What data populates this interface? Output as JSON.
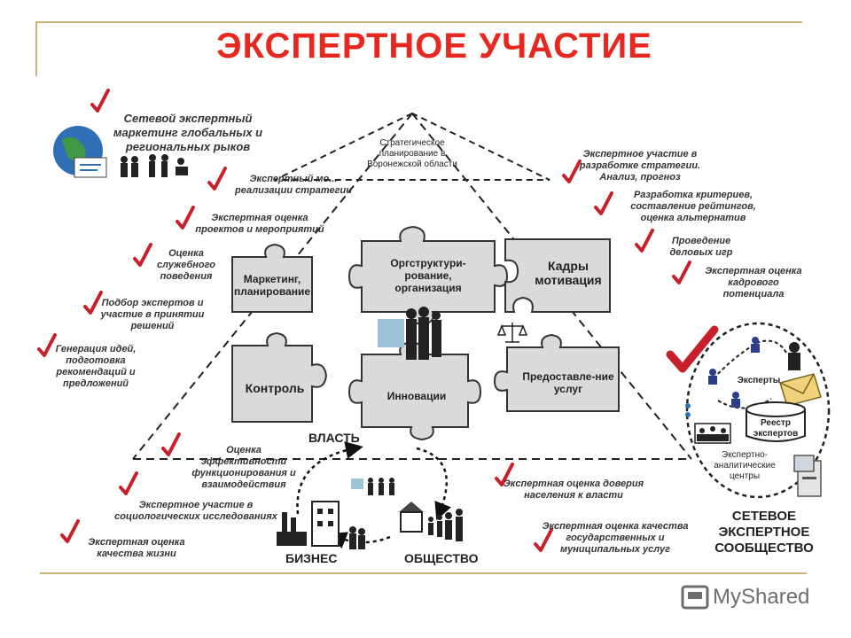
{
  "title": "ЭКСПЕРТНОЕ УЧАСТИЕ",
  "apex": "Стратегическое планирование в Воронежской области",
  "left_notes": {
    "n1": "Сетевой экспертный маркетинг глобальных и региональных рыков",
    "n2": "Экспертный мо... реализации стратегии",
    "n3": "Экспертная оценка проектов и мероприятий",
    "n4": "Оценка служебного поведения",
    "n5": "Подбор экспертов и участие в принятии решений",
    "n6": "Генерация идей, подготовка рекомендаций и предложений"
  },
  "right_notes": {
    "n1": "Экспертное участие в разработке стратегии. Анализ, прогноз",
    "n2": "Разработка критериев, составление рейтингов, оценка альтернатив",
    "n3": "Проведение деловых игр",
    "n4": "Экспертная оценка кадрового потенциала"
  },
  "puzzles": {
    "marketing": "Маркетинг, планирование",
    "orgstructure": "Оргструктури-рование, организация",
    "cadres": "Кадры мотивация",
    "control": "Контроль",
    "innovation": "Инновации",
    "services": "Предоставле-ние услуг"
  },
  "base": {
    "power": "ВЛАСТЬ",
    "business": "БИЗНЕС",
    "society": "ОБЩЕСТВО",
    "note_efficiency": "Оценка эффективности функционирования и взаимодействия",
    "note_socio": "Экспертное участие в социологических исследованиях",
    "note_life": "Экспертная оценка качества жизни",
    "note_trust": "Экспертная оценка доверия населения к власти",
    "note_quality": "Экспертная оценка качества государственных и муниципальных услуг"
  },
  "network": {
    "experts": "Эксперты",
    "registry": "Реестр экспертов",
    "centers": "Экспертно-аналитические центры",
    "community": "СЕТЕВОЕ ЭКСПЕРТНОЕ СООБЩЕСТВО"
  },
  "logo": "MyShared",
  "colors": {
    "title": "#e8281e",
    "check": "#c8202a",
    "puzzle_fill": "#dadada",
    "frame": "#c9b27a"
  }
}
